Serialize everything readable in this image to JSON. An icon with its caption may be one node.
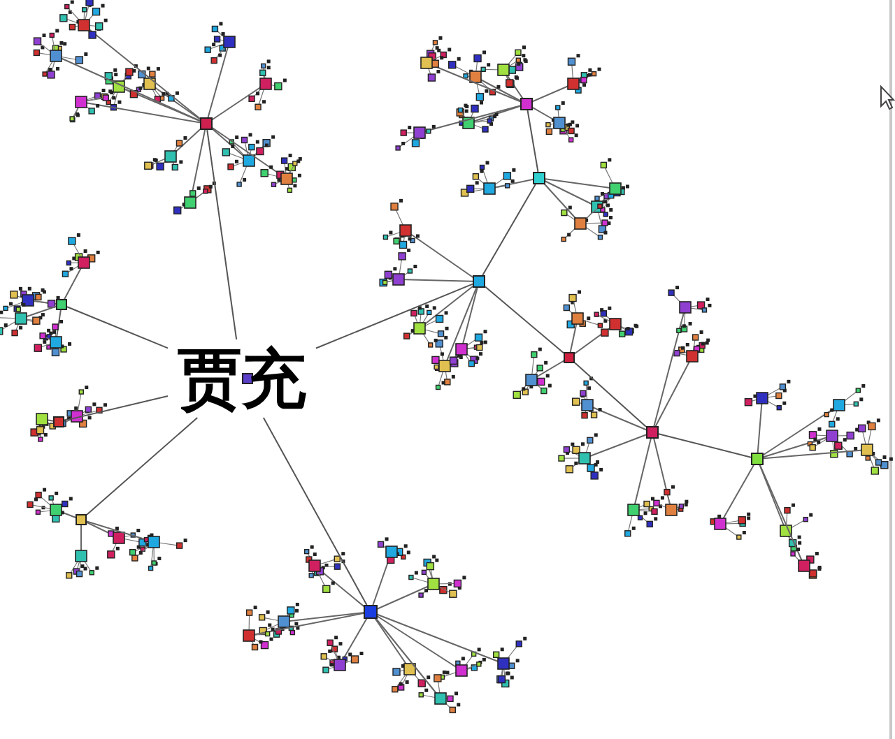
{
  "diagram": {
    "nodes": [
      {
        "text": [
          "贾充"
        ]
      },
      {
        "text": [],
        "shape": "box"
      },
      {
        "text": [],
        "shape": "box"
      },
      {
        "text": [],
        "shape": "box"
      },
      {
        "text": [],
        "shape": "box"
      },
      {
        "text": [],
        "shape": "box"
      },
      {
        "text": [],
        "shape": "box"
      },
      {
        "text": [],
        "shape": "box"
      },
      {
        "text": [],
        "shape": "box"
      },
      {
        "text": [],
        "shape": "box"
      },
      {
        "text": [],
        "shape": "box"
      },
      {
        "text": [],
        "shape": "box"
      }
    ],
    "edges": [
      {
        "from": 0,
        "to": 2,
        "arrow": "none"
      },
      {
        "from": 0,
        "to": 4,
        "arrow": "none"
      },
      {
        "from": 0,
        "to": 11,
        "arrow": "none"
      },
      {
        "from": 0,
        "to": 5,
        "arrow": "none"
      },
      {
        "from": 0,
        "to": 7,
        "arrow": "none"
      },
      {
        "from": 0,
        "to": 10,
        "arrow": "none"
      },
      {
        "from": 4,
        "to": 6,
        "arrow": "none"
      },
      {
        "from": 4,
        "to": 3,
        "arrow": "none"
      },
      {
        "from": 3,
        "to": 1,
        "arrow": "none"
      },
      {
        "from": 6,
        "to": 8,
        "arrow": "none"
      },
      {
        "from": 8,
        "to": 9,
        "arrow": "none"
      }
    ]
  }
}
